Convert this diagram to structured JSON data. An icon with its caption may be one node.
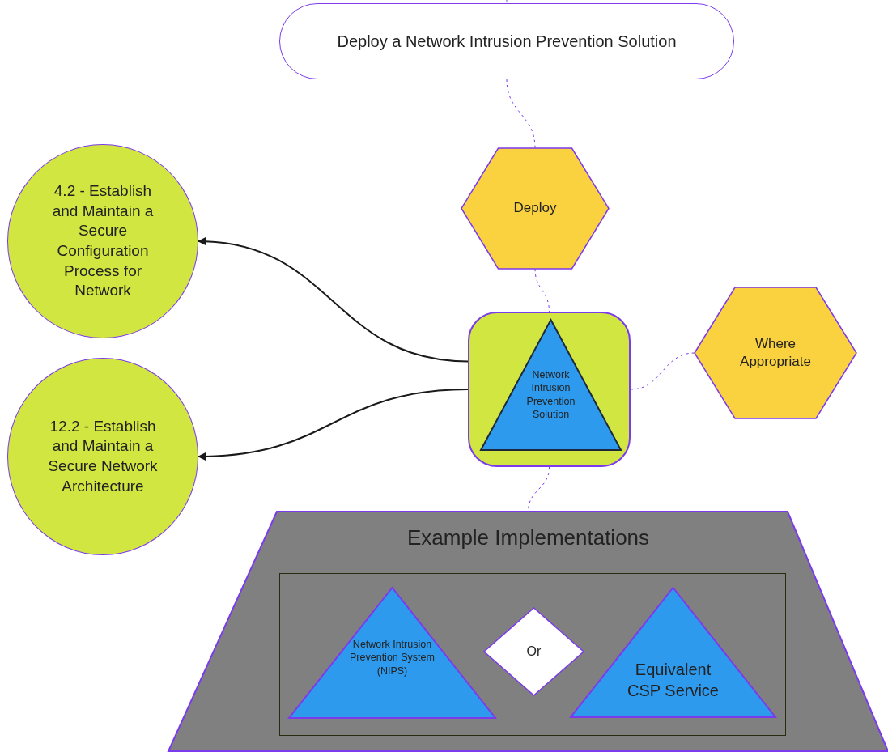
{
  "diagram": {
    "nodes": [
      {
        "text": [
          "Deploy a Network Intrusion Prevention Solution"
        ]
      },
      {
        "text": [
          "Deploy"
        ]
      },
      {
        "text": [
          "4.2 - Establish and Maintain a Secure Configuration Process for Network"
        ]
      },
      {
        "text": [],
        "shape": "box"
      },
      {
        "text": [
          "Network Intrusion Prevention Solution"
        ],
        "in": 3
      },
      {
        "text": [
          "Where Appropriate"
        ]
      },
      {
        "text": [
          "12.2 - Establish and Maintain a Secure Network Architecture"
        ]
      },
      {
        "text": [
          "Example Implementations"
        ]
      },
      {
        "text": [],
        "shape": "box",
        "in": 7
      },
      {
        "text": [
          "Network Intrusion Prevention System (NIPS)"
        ],
        "in": 8
      },
      {
        "text": [
          "Or"
        ],
        "in": 8
      },
      {
        "text": [
          "Equivalent CSP Service"
        ],
        "in": 8
      }
    ],
    "edges": [
      {
        "from": null,
        "to": 0,
        "arrow": "none",
        "style": "dashed"
      },
      {
        "from": 0,
        "to": 1,
        "arrow": "none",
        "style": "dashed"
      },
      {
        "from": 1,
        "to": 3,
        "arrow": "none",
        "style": "dashed"
      },
      {
        "from": 3,
        "to": 2,
        "arrow": "to",
        "color": "#1a1a1a"
      },
      {
        "from": 3,
        "to": 6,
        "arrow": "to",
        "color": "#1a1a1a"
      },
      {
        "from": 3,
        "to": 5,
        "arrow": "none",
        "style": "dashed"
      },
      {
        "from": 3,
        "to": 7,
        "arrow": "none",
        "style": "dashed"
      }
    ]
  }
}
